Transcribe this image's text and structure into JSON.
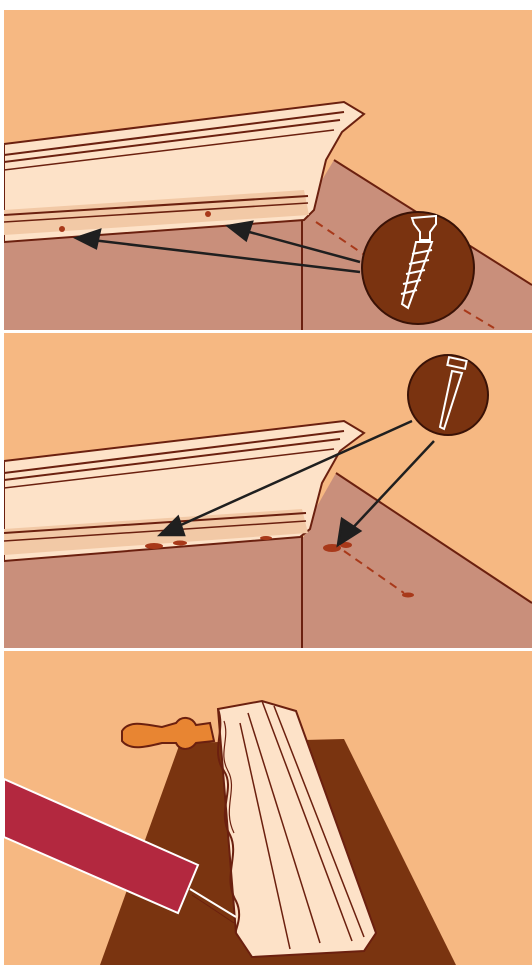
{
  "illustration": {
    "title": "",
    "panels": [
      {
        "id": "ceiling-corner-screws",
        "callout_icon": "screw-icon"
      },
      {
        "id": "ceiling-corner-nails",
        "callout_icon": "nail-icon"
      },
      {
        "id": "coping-saw-profile",
        "callout_icon": "coping-saw-icon"
      }
    ],
    "colors": {
      "wall_light": "#f6b882",
      "wall_shadow": "#c98f7b",
      "molding": "#fde2c8",
      "molding_shade": "#f2c9a6",
      "line": "#6b200f",
      "badge": "#7a3310",
      "nail_mark": "#a8391a",
      "board": "#7a3410",
      "saw_blade": "#b3283f",
      "handle": "#e88532"
    }
  }
}
